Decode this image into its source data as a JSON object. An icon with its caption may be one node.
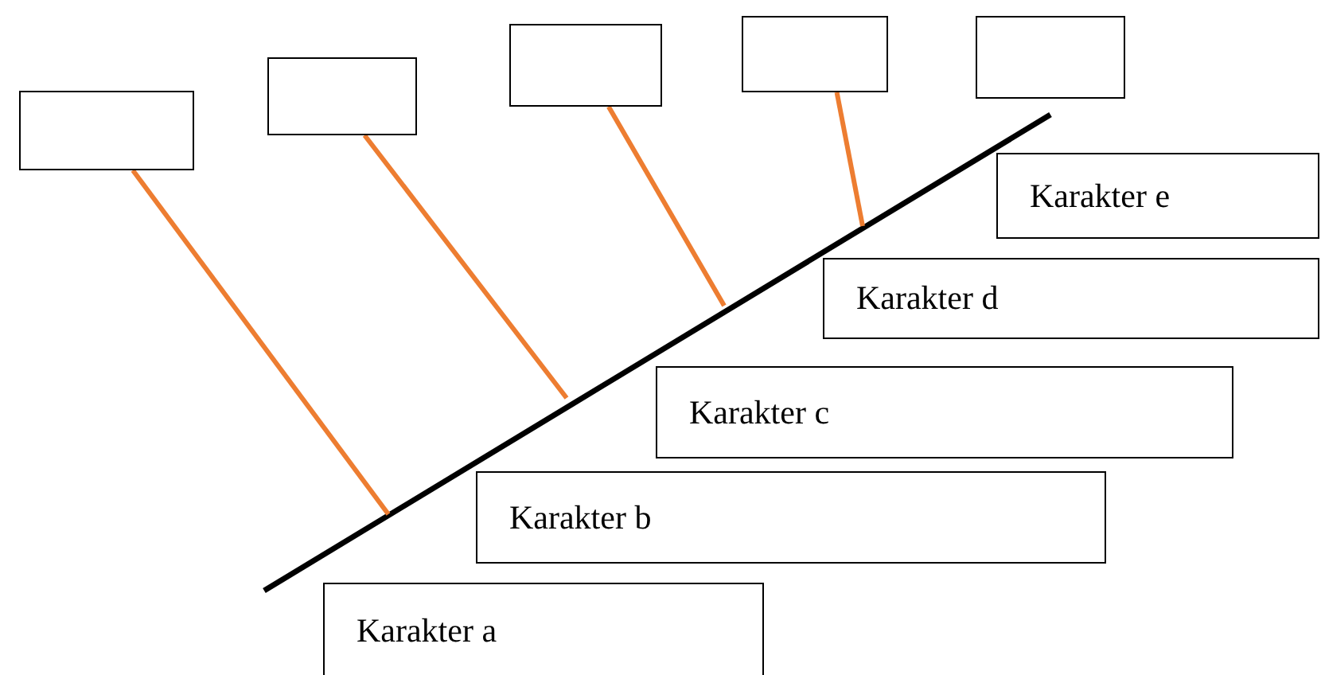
{
  "diagram": {
    "nodes": [
      {
        "text": [],
        "shape": "box"
      },
      {
        "text": [],
        "shape": "box"
      },
      {
        "text": [],
        "shape": "box"
      },
      {
        "text": [],
        "shape": "box"
      },
      {
        "text": [],
        "shape": "box"
      },
      {
        "text": [
          "Karakter e"
        ]
      },
      {
        "text": [
          "Karakter d"
        ]
      },
      {
        "text": [
          "Karakter c"
        ]
      },
      {
        "text": [
          "Karakter b"
        ]
      },
      {
        "text": [
          "Karakter a"
        ]
      }
    ],
    "edges": [
      {
        "from": null,
        "to": 0,
        "arrow": "none"
      },
      {
        "from": null,
        "to": 1,
        "arrow": "none"
      },
      {
        "from": null,
        "to": 2,
        "arrow": "none"
      },
      {
        "from": null,
        "to": 3,
        "arrow": "none"
      }
    ]
  }
}
